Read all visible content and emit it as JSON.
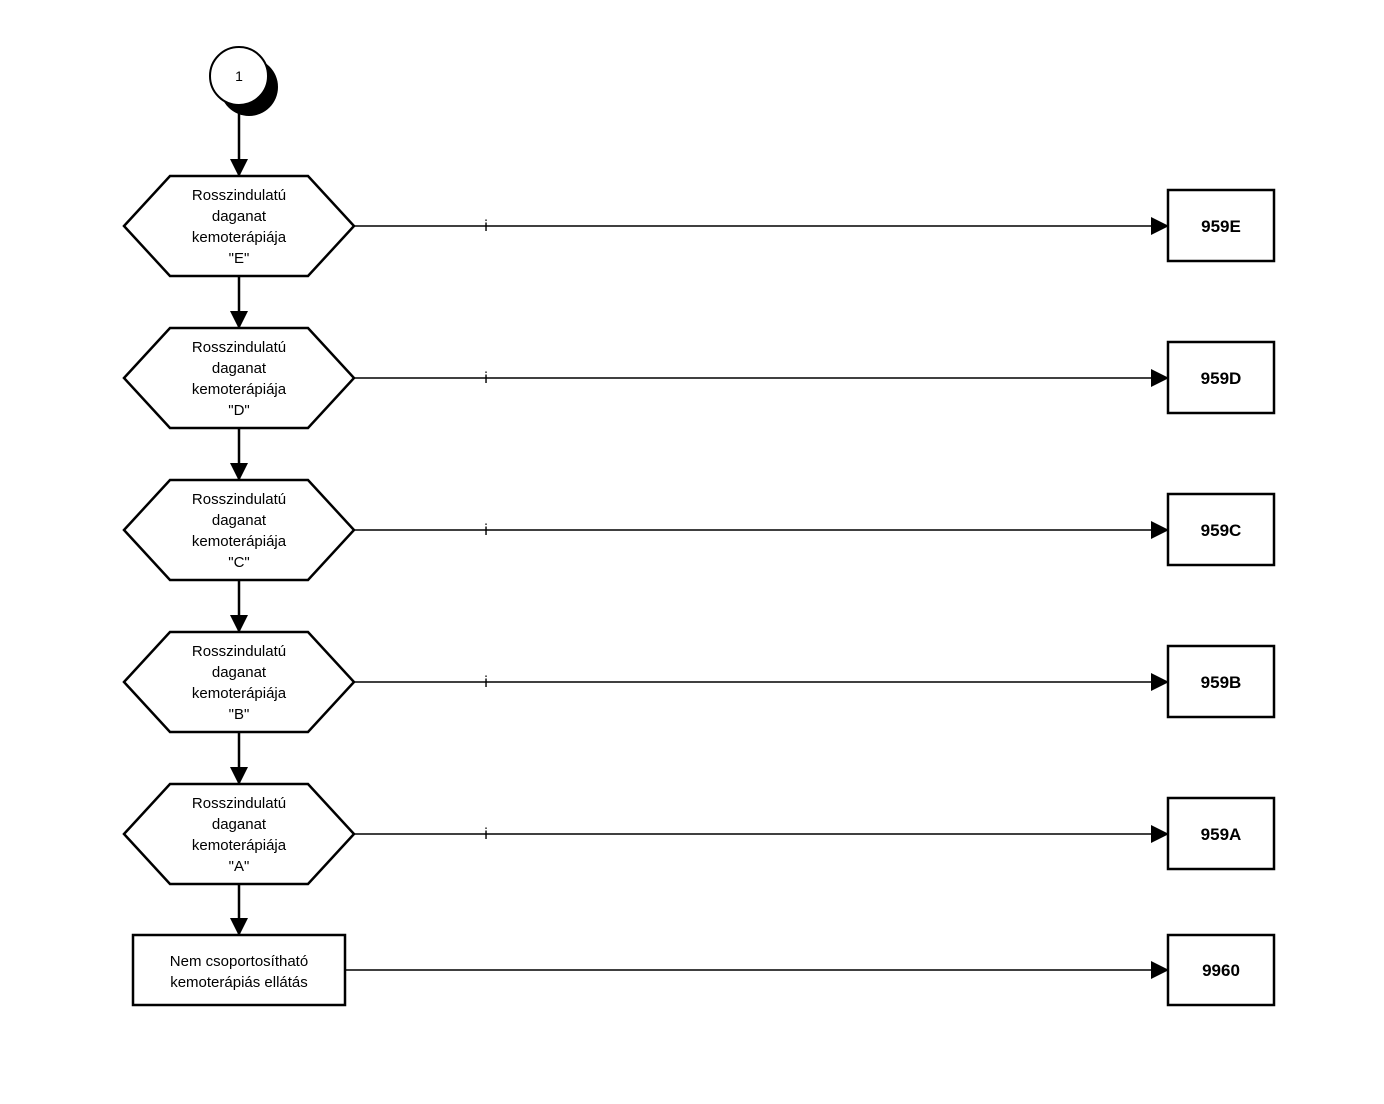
{
  "start": {
    "label": "1"
  },
  "decisions": [
    {
      "lines": [
        "Rosszindulatú",
        "daganat",
        "kemoterápiája",
        "\"E\""
      ],
      "branch_label": "i",
      "target": "959E"
    },
    {
      "lines": [
        "Rosszindulatú",
        "daganat",
        "kemoterápiája",
        "\"D\""
      ],
      "branch_label": "i",
      "target": "959D"
    },
    {
      "lines": [
        "Rosszindulatú",
        "daganat",
        "kemoterápiája",
        "\"C\""
      ],
      "branch_label": "i",
      "target": "959C"
    },
    {
      "lines": [
        "Rosszindulatú",
        "daganat",
        "kemoterápiája",
        "\"B\""
      ],
      "branch_label": "i",
      "target": "959B"
    },
    {
      "lines": [
        "Rosszindulatú",
        "daganat",
        "kemoterápiája",
        "\"A\""
      ],
      "branch_label": "i",
      "target": "959A"
    }
  ],
  "final": {
    "lines": [
      "Nem csoportosítható",
      "kemoterápiás ellátás"
    ],
    "target": "9960"
  }
}
